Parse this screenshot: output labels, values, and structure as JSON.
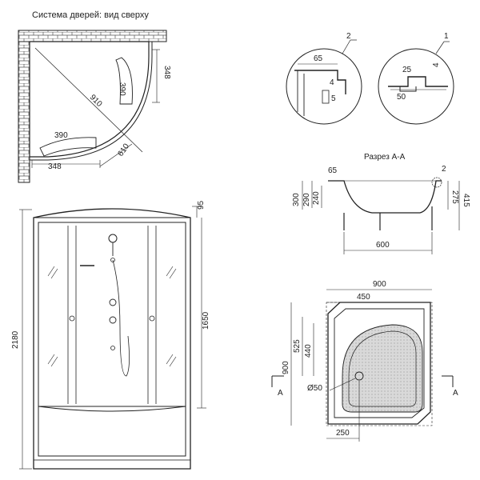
{
  "title": "Система дверей: вид сверху",
  "top_view": {
    "dim_910": "910",
    "dim_390_right": "390",
    "dim_348_right": "348",
    "dim_390_left": "390",
    "dim_610": "610",
    "dim_348_bottom": "348"
  },
  "detail_2": {
    "callout": "2",
    "dim_65": "65",
    "dim_4": "4",
    "dim_5": "5"
  },
  "detail_1": {
    "callout": "1",
    "dim_25": "25",
    "dim_4": "4",
    "dim_50": "50"
  },
  "section": {
    "title": "Разрез А-А",
    "dim_65": "65",
    "callout": "2",
    "dim_300": "300",
    "dim_290": "290",
    "dim_240": "240",
    "dim_275": "275",
    "dim_415": "415",
    "dim_600": "600"
  },
  "front_view": {
    "dim_2180": "2180",
    "dim_95": "95",
    "dim_1650": "1650"
  },
  "tray_plan": {
    "dim_900_top": "900",
    "dim_450": "450",
    "dim_525": "525",
    "dim_440": "440",
    "dim_900_left": "900",
    "dim_drain": "Ø50",
    "dim_250": "250",
    "section_mark_left": "A",
    "section_mark_right": "A"
  },
  "colors": {
    "line": "#222222",
    "background": "#ffffff",
    "tray_fill": "#d9d9d9"
  }
}
